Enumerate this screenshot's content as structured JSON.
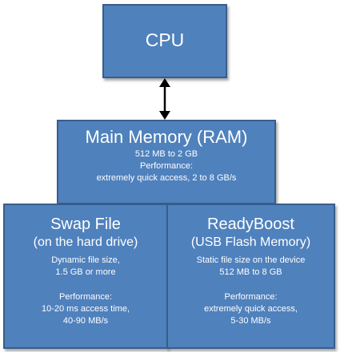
{
  "cpu": {
    "title": "CPU"
  },
  "ram": {
    "title": "Main Memory (RAM)",
    "size": "512 MB to 2 GB",
    "perf_label": "Performance:",
    "perf_value": "extremely quick access, 2 to 8 GB/s"
  },
  "swap": {
    "title": "Swap File",
    "subtitle": "(on the hard drive)",
    "size_line1": "Dynamic file size,",
    "size_line2": "1.5 GB or more",
    "perf_label": "Performance:",
    "perf_line1": "10-20 ms access time,",
    "perf_line2": "40-90 MB/s"
  },
  "readyboost": {
    "title": "ReadyBoost",
    "subtitle": "(USB Flash Memory)",
    "size_line1": "Static file size on the device",
    "size_line2": "512 MB to 8 GB",
    "perf_label": "Performance:",
    "perf_line1": "extremely quick access,",
    "perf_line2": "5-30 MB/s"
  },
  "colors": {
    "box_fill": "#4f81bd",
    "box_border": "#385d8a",
    "arrow": "#000000",
    "text": "#ffffff"
  }
}
